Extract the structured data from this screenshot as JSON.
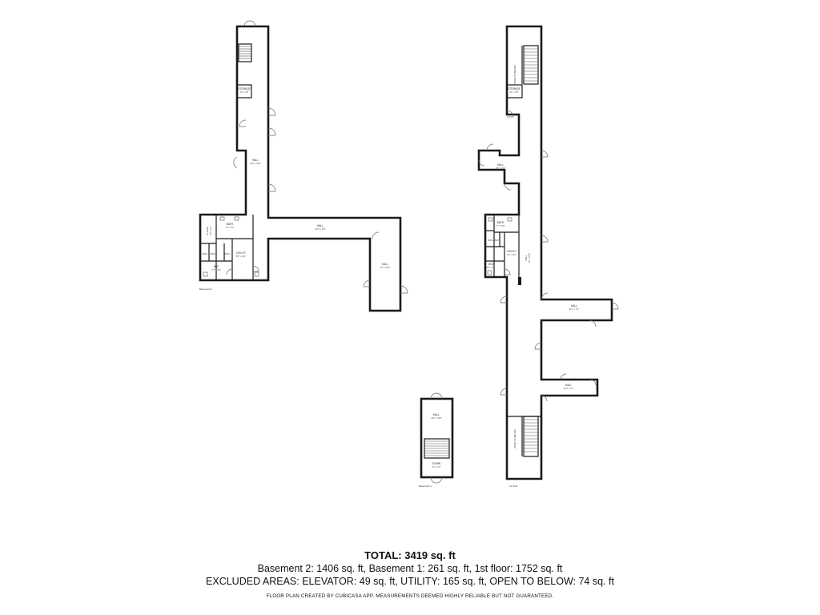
{
  "rooms": {
    "b2_storage": {
      "name": "STORAGE",
      "dims": "4'1\" x 4'5\""
    },
    "b2_hall1": {
      "name": "HALL",
      "dims": "10'9\" x 62'3\""
    },
    "b2_bath": {
      "name": "BATH",
      "dims": "7'5\" x 5'4\""
    },
    "b2_closet": {
      "name": "CLOSET",
      "dims": "4'2\" x 5'1\""
    },
    "b2_hall2": {
      "name": "HALL",
      "dims": "94'2\" x 5'8\""
    },
    "b2_hall3": {
      "name": "HALL",
      "dims": "6'4\" x 25'3\""
    },
    "b2_utility": {
      "name": "UTILITY",
      "dims": "5'8\" x 10'1\""
    },
    "b2_bath_s1": {
      "name": "BATH",
      "dims": ""
    },
    "b2_bath_s2": {
      "name": "BATH",
      "dims": ""
    },
    "b2_bath_s3": {
      "name": "BATH",
      "dims": ""
    },
    "b2_wic": {
      "name": "W/C",
      "dims": "5'7\" x 2'8\""
    },
    "b1_hall": {
      "name": "HALL",
      "dims": "6'9\" x 14'8\""
    },
    "b1_down": {
      "name": "DOWN",
      "dims": "6'4\" x 3'7\""
    },
    "f1_storage": {
      "name": "STORAGE",
      "dims": "4'1\" x 4'5\""
    },
    "f1_hall1": {
      "name": "HALL",
      "dims": "15'7\" x 5'7\""
    },
    "f1_bath": {
      "name": "BATH",
      "dims": "7'7\" x 5'6\""
    },
    "f1_utility": {
      "name": "UTILITY",
      "dims": "6'0\" x 6'0\""
    },
    "f1_hall2": {
      "name": "HALL",
      "dims": "4'0\" x 94'9\""
    },
    "f1_hall3": {
      "name": "HALL",
      "dims": "31'7\" x 4'7\""
    },
    "f1_hall4": {
      "name": "HALL",
      "dims": "24'3\" x 3'7\""
    },
    "f1_bath_s1": {
      "name": "BATH",
      "dims": ""
    },
    "f1_bath_s2": {
      "name": "BATH",
      "dims": ""
    },
    "f1_wic": {
      "name": "W/C",
      "dims": "4'9\" x 4'3\""
    },
    "f1_open_top": {
      "name": "OPEN TO BELOW",
      "dims": ""
    },
    "f1_open_bottom": {
      "name": "OPEN TO BELOW",
      "dims": ""
    }
  },
  "floors": {
    "basement2": "Basement 2",
    "basement1": "Basement 1",
    "first": "1st floor"
  },
  "summary": {
    "total": "TOTAL: 3419 sq. ft",
    "line1": "Basement 2: 1406 sq. ft, Basement 1: 261 sq. ft, 1st floor: 1752 sq. ft",
    "line2": "EXCLUDED AREAS: ELEVATOR: 49 sq. ft, UTILITY: 165 sq. ft, OPEN TO BELOW: 74 sq. ft",
    "credit": "FLOOR PLAN CREATED BY CUBICASA APP. MEASUREMENTS DEEMED HIGHLY RELIABLE BUT NOT GUARANTEED."
  },
  "colors": {
    "wall": "#1a1a1a",
    "background": "#ffffff"
  }
}
